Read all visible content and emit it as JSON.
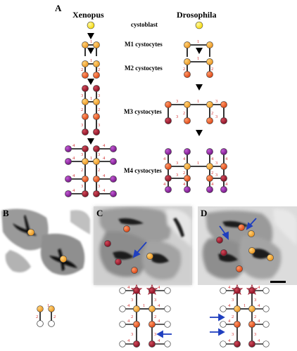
{
  "panels": {
    "A": "A",
    "B": "B",
    "C": "C",
    "D": "D"
  },
  "species": {
    "left": "Xenopus",
    "right": "Drosophila"
  },
  "stages": {
    "cystoblast": "cystoblast",
    "m1": "M1 cystocytes",
    "m2": "M2 cystocytes",
    "m3": "M3 cystocytes",
    "m4": "M4 cystocytes"
  },
  "colors": {
    "gen0": "#ffe419",
    "gen1": "#f5a623",
    "gen2": "#ef5a1c",
    "gen3": "#a0162a",
    "gen4": "#8a1f9e",
    "edge_number": "#d32b2b",
    "bridge": "#000000",
    "arrow": "#1f3fbf"
  }
}
